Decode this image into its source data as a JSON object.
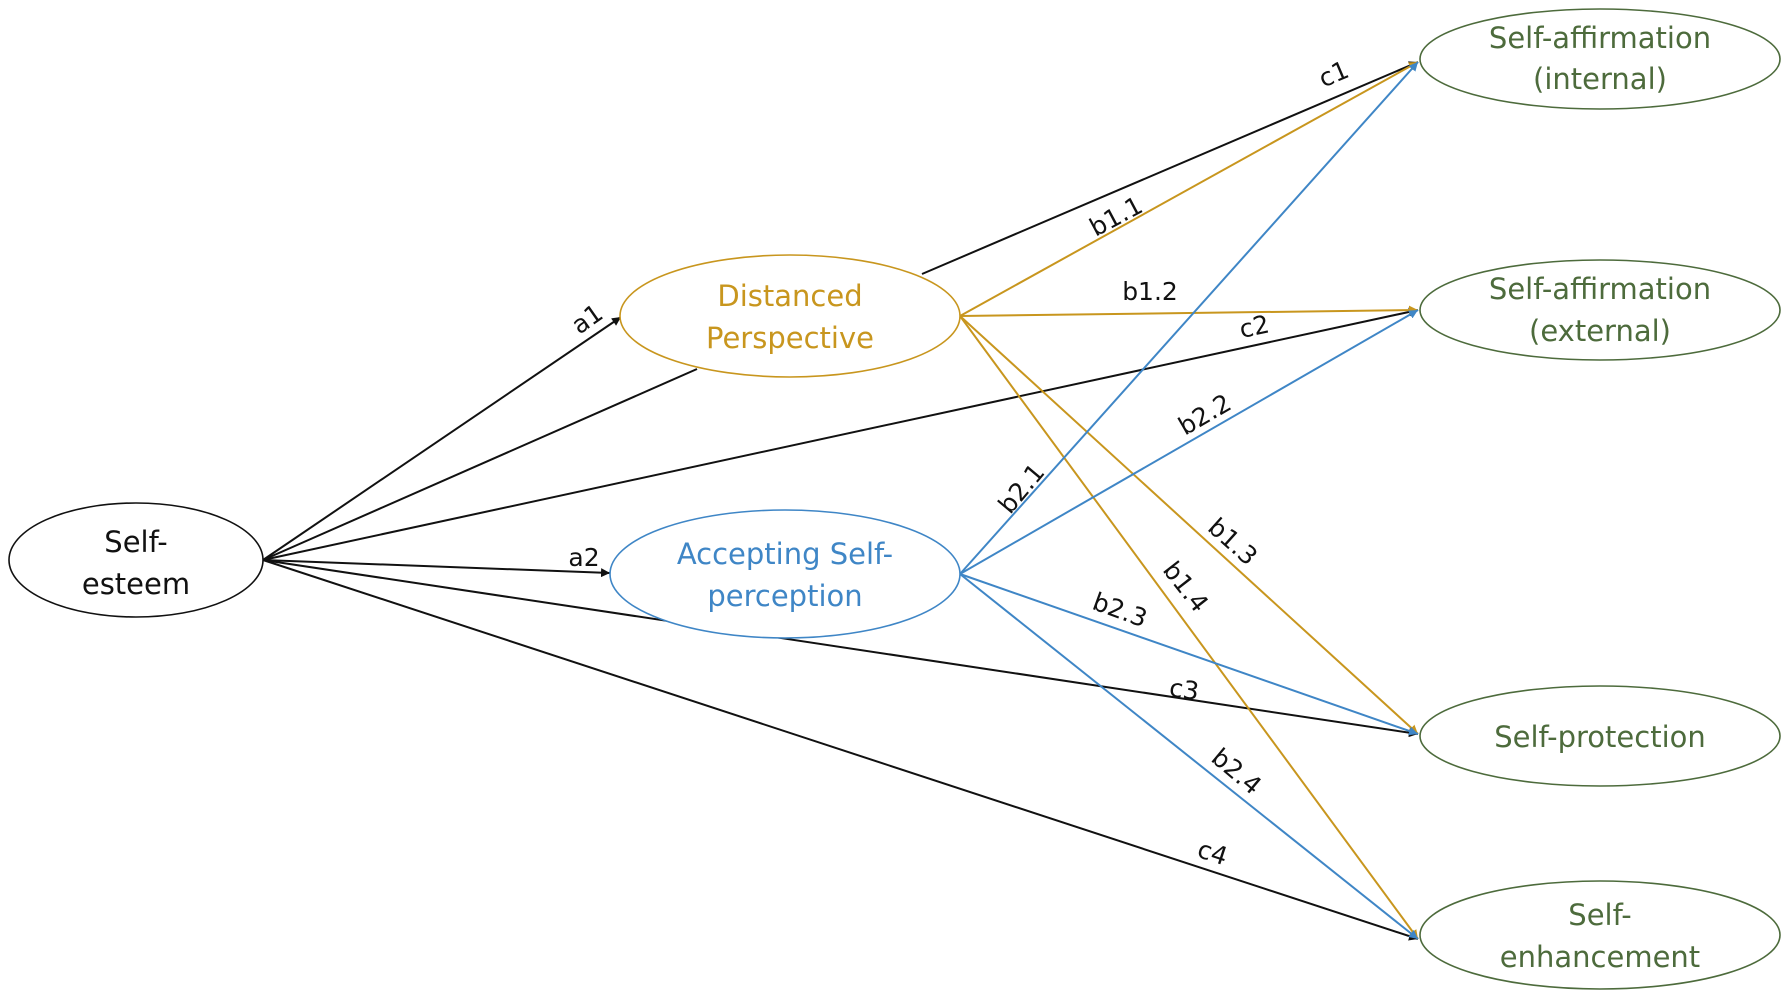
{
  "colors": {
    "black": "#111111",
    "gold": "#c8961e",
    "blue": "#3f86c6",
    "green": "#4d6b3c"
  },
  "nodes": {
    "self_esteem": {
      "lines": [
        "Self-",
        "esteem"
      ]
    },
    "distanced": {
      "lines": [
        "Distanced",
        "Perspective"
      ]
    },
    "accepting": {
      "lines": [
        "Accepting Self-",
        "perception"
      ]
    },
    "aff_internal": {
      "lines": [
        "Self-affirmation",
        "(internal)"
      ]
    },
    "aff_external": {
      "lines": [
        "Self-affirmation",
        "(external)"
      ]
    },
    "protection": {
      "lines": [
        "Self-protection"
      ]
    },
    "enhancement": {
      "lines": [
        "Self-",
        "enhancement"
      ]
    }
  },
  "paths": {
    "a1": "a1",
    "a2": "a2",
    "c1": "c1",
    "c2": "c2",
    "c3": "c3",
    "c4": "c4",
    "b1_1": "b1.1",
    "b1_2": "b1.2",
    "b1_3": "b1.3",
    "b1_4": "b1.4",
    "b2_1": "b2.1",
    "b2_2": "b2.2",
    "b2_3": "b2.3",
    "b2_4": "b2.4"
  }
}
